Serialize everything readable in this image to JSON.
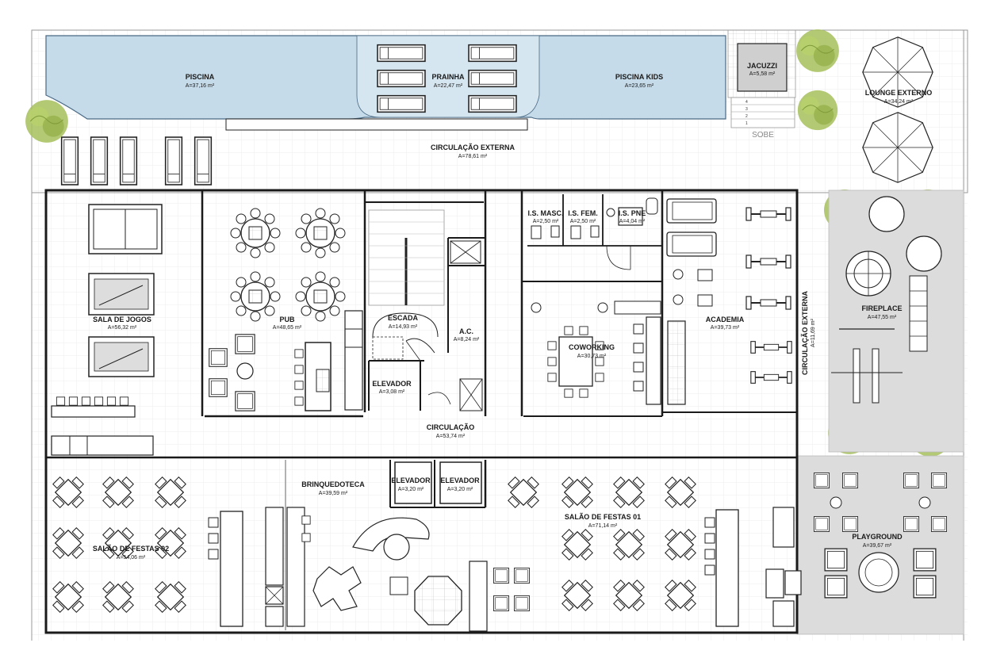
{
  "colors": {
    "water": "#c6dbe9",
    "tree": "#a6c05a",
    "paving": "#d9d9d9",
    "wall": "#1a1a1a",
    "grid": "#e6e6e6"
  },
  "rooms": {
    "piscina": {
      "name": "PISCINA",
      "area": "A=37,16 m²"
    },
    "prainha": {
      "name": "PRAINHA",
      "area": "A=22,47 m²"
    },
    "piscina_kids": {
      "name": "PISCINA KIDS",
      "area": "A=23,65 m²"
    },
    "jacuzzi": {
      "name": "JACUZZI",
      "area": "A=5,58 m²"
    },
    "lounge": {
      "name": "LOUNGE EXTERNO",
      "area": "A=34,24 m²"
    },
    "circ_ext": {
      "name": "CIRCULAÇÃO EXTERNA",
      "area": "A=78,61 m²"
    },
    "circ_ext_side": {
      "name": "CIRCULAÇÃO EXTERNA",
      "area": "A=11,69 m²"
    },
    "sala_jogos": {
      "name": "SALA DE JOGOS",
      "area": "A=56,32 m²"
    },
    "pub": {
      "name": "PUB",
      "area": "A=48,65 m²"
    },
    "escada": {
      "name": "ESCADA",
      "area": "A=14,93 m²"
    },
    "ac": {
      "name": "A.C.",
      "area": "A=8,24 m²"
    },
    "elevador_1": {
      "name": "ELEVADOR",
      "area": "A=3,08 m²"
    },
    "is_masc": {
      "name": "I.S. MASC.",
      "area": "A=2,50 m²"
    },
    "is_fem": {
      "name": "I.S. FEM.",
      "area": "A=2,50 m²"
    },
    "is_pne": {
      "name": "I.S. PNE",
      "area": "A=4,04 m²"
    },
    "coworking": {
      "name": "COWORKING",
      "area": "A=30,73 m²"
    },
    "academia": {
      "name": "ACADEMIA",
      "area": "A=39,73 m²"
    },
    "fireplace": {
      "name": "FIREPLACE",
      "area": "A=47,55 m²"
    },
    "circulacao": {
      "name": "CIRCULAÇÃO",
      "area": "A=53,74 m²"
    },
    "brinquedoteca": {
      "name": "BRINQUEDOTECA",
      "area": "A=39,59 m²"
    },
    "elevador_2": {
      "name": "ELEVADOR",
      "area": "A=3,20 m²"
    },
    "elevador_3": {
      "name": "ELEVADOR",
      "area": "A=3,20 m²"
    },
    "salao_01": {
      "name": "SALÃO DE FESTAS 01",
      "area": "A=71,14 m²"
    },
    "salao_02": {
      "name": "SALÃO DE FESTAS 02",
      "area": "A=54,06 m²"
    },
    "playground": {
      "name": "PLAYGROUND",
      "area": "A=39,67 m²"
    }
  },
  "stair_label": "SOBE",
  "step_numbers": [
    "1",
    "2",
    "3",
    "4"
  ]
}
